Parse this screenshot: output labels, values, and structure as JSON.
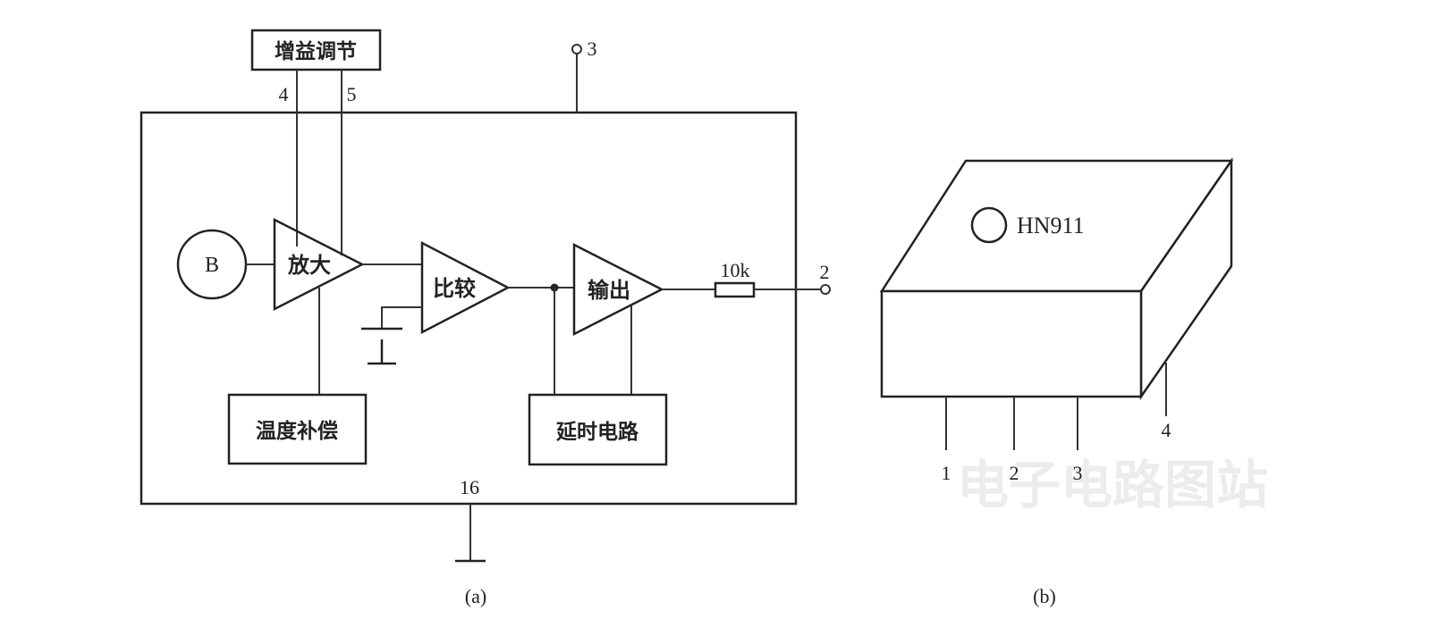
{
  "diagram_a": {
    "gain_adjust": "增益调节",
    "pin4": "4",
    "pin5": "5",
    "pin3": "3",
    "pin2": "2",
    "pin16": "16",
    "sensor": "B",
    "amp": "放大",
    "comparator": "比较",
    "output": "输出",
    "temp_comp": "温度补偿",
    "delay": "延时电路",
    "resistor": "10k",
    "caption": "(a)"
  },
  "diagram_b": {
    "part_number": "HN911",
    "pins": [
      "1",
      "2",
      "3",
      "4"
    ],
    "caption": "(b)"
  },
  "watermark": "电子电路图站"
}
